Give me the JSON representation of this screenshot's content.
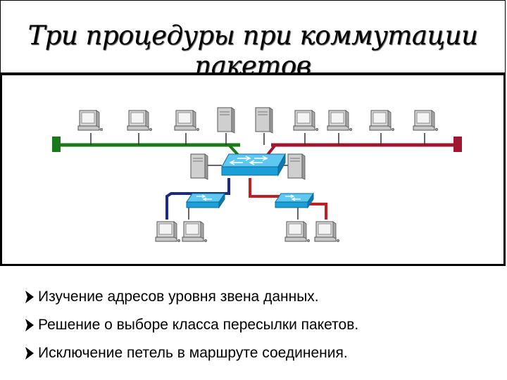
{
  "title": "Три процедуры при коммутации пакетов",
  "bullets": [
    "Изучение адресов уровня звена данных.",
    "Решение о выборе класса пересылки пакетов.",
    "Исключение петель в маршруте соединения."
  ],
  "colors": {
    "segment_left": "#1a7a1a",
    "segment_right": "#a01830",
    "segment_lower_left": "#1a2a8a",
    "segment_lower_right": "#c02020",
    "switch": "#1a9fd8",
    "terminator_left": "#1a7a1a",
    "terminator_right": "#a01830"
  },
  "icons": {
    "device": "computer-icon",
    "server": "server-icon",
    "switch": "switch-icon",
    "bullet": "arrow-bullet-icon"
  }
}
